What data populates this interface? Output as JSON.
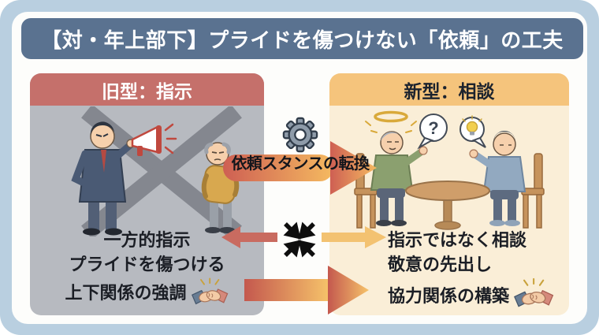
{
  "title": "【対・年上部下】プライドを傷つけない「依頼」の工夫",
  "panels": {
    "old": {
      "header": "旧型：指示",
      "points": [
        "一方的指示",
        "プライドを傷つける",
        "上下関係の強調"
      ]
    },
    "new": {
      "header": "新型：相談",
      "bubble_question": "?",
      "points": [
        "指示ではなく相談",
        "敬意の先出し",
        "協力関係の構築"
      ]
    }
  },
  "center": {
    "transform_label": "依頼スタンスの転換"
  },
  "icons": {
    "gear": "gear-icon",
    "collision": "collision-icon",
    "handshake": "handshake-icon",
    "megaphone": "megaphone-icon",
    "halo": "halo-icon",
    "lightbulb": "lightbulb-icon",
    "x_mark": "x-mark-icon"
  },
  "colors": {
    "outer_bg": "#b9cfe0",
    "card_bg": "#fdfdfb",
    "title_bar": "#5a7290",
    "old_header": "#c5706b",
    "old_panel": "#b7bac0",
    "new_header": "#f5c47c",
    "new_panel": "#faeed7",
    "arrow_red": "#cc6156",
    "arrow_orange": "#f5bc62"
  }
}
